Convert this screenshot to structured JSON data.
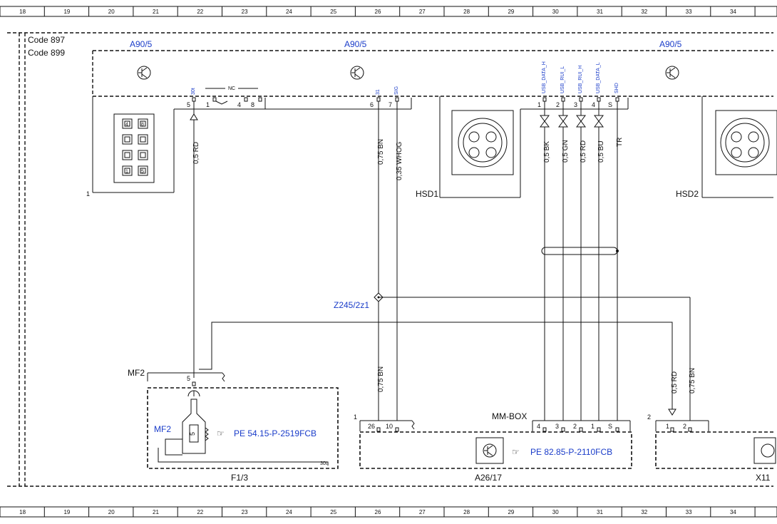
{
  "ruler": {
    "numbers": [
      "18",
      "19",
      "20",
      "21",
      "22",
      "23",
      "24",
      "25",
      "26",
      "27",
      "28",
      "29",
      "30",
      "31",
      "32",
      "33",
      "34"
    ]
  },
  "codes": {
    "code1": "Code 897",
    "code2": "Code 899"
  },
  "components": {
    "a90_left": "A90/5",
    "a90_mid": "A90/5",
    "a90_right": "A90/5",
    "hsd1": "HSD1",
    "hsd2": "HSD2",
    "hsd1_left_num": "1",
    "splice": "Z245/2z1",
    "mf2": "MF2",
    "mf2_inner": "MF2",
    "f13": "F1/3",
    "a2617": "A26/17",
    "x11": "X11",
    "mmbox": "MM-BOX",
    "conn1_num": "1",
    "conn2_num": "2"
  },
  "references": {
    "pe_fuse": "PE 54.15-P-2519FCB",
    "pe_mm": "PE 82.85-P-2110FCB"
  },
  "pins_a90_left": {
    "p30t": "30t",
    "nc": "NC",
    "pin5": "5",
    "pin1": "1",
    "pin4": "4",
    "pin8": "8"
  },
  "pins_a90_mid": {
    "p31": "31",
    "sig": "SIG",
    "pin6": "6",
    "pin7": "7"
  },
  "pins_hsd1": {
    "usb_data_h": "USB_DATA_H",
    "usb_rui_l": "USB_RUI_L",
    "usb_rui_h": "USB_RUI_H",
    "usb_data_l": "USB_DATA_L",
    "shd": "SHD",
    "pin1": "1",
    "pin2": "2",
    "pin3": "3",
    "pin4": "4",
    "pinS": "S"
  },
  "wires": {
    "w_30t": "0,5 RD",
    "w_31": "0,75 BN",
    "w_sig": "0,35 WHOG",
    "w_bk": "0,5 BK",
    "w_gn": "0,5 GN",
    "w_rd": "0,5 RD",
    "w_bu": "0,5 BU",
    "w_tr": "TR",
    "w_bn_lower": "0,75 BN",
    "w_rd_x11": "0,5 RD",
    "w_bn_x11": "0,75 BN"
  },
  "pins_lower": {
    "mf2_pin": "5",
    "fuse_num": "5",
    "fuse_30t": "30t",
    "conn1_p26": "26",
    "conn1_p10": "10",
    "mm_p4": "4",
    "mm_p3": "3",
    "mm_p2": "2",
    "mm_p1": "1",
    "mm_pS": "S",
    "x11_p1": "1",
    "x11_p2": "2"
  },
  "connector_cells": [
    "4",
    "8",
    "",
    "",
    "",
    "",
    "1",
    "5"
  ]
}
